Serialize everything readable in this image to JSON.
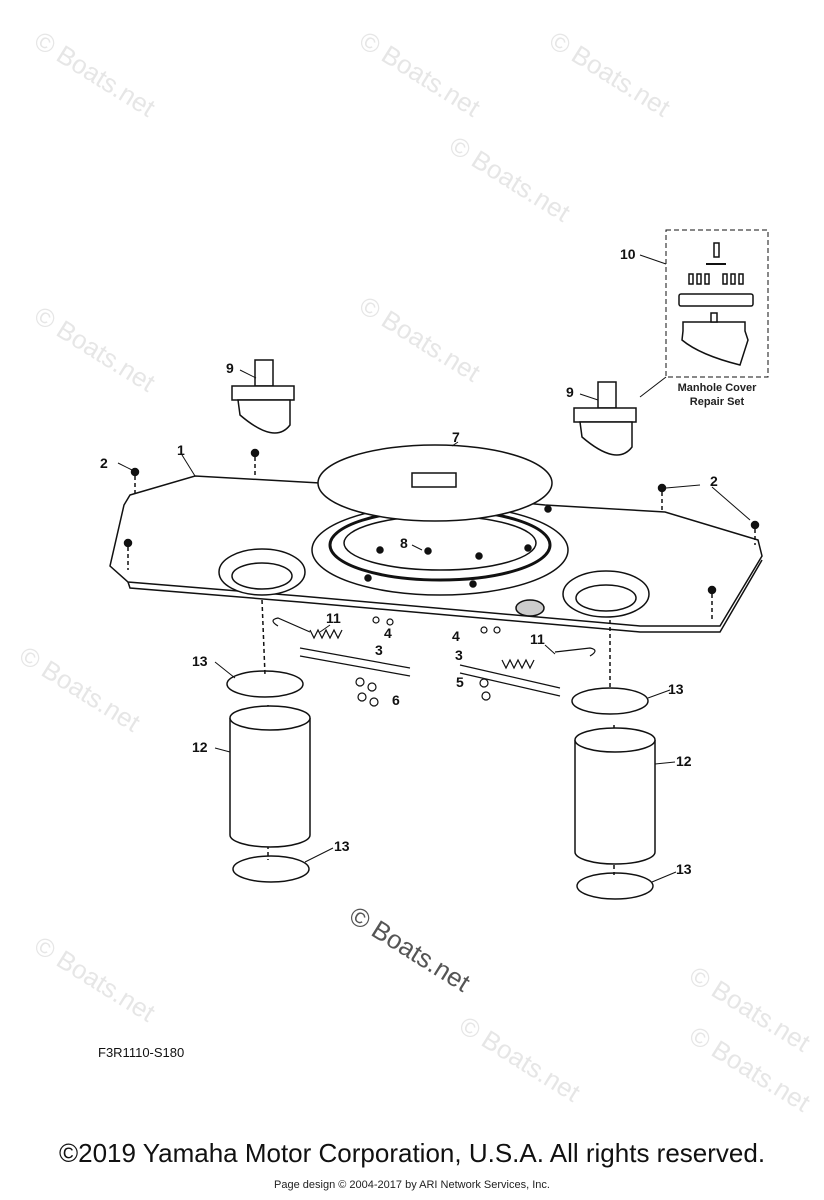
{
  "watermark": "© Boats.net",
  "diagram_code": "F3R1110-S180",
  "repair_set_label_line1": "Manhole Cover",
  "repair_set_label_line2": "Repair Set",
  "callouts": {
    "c1": "1",
    "c2a": "2",
    "c2b": "2",
    "c3a": "3",
    "c3b": "3",
    "c4a": "4",
    "c4b": "4",
    "c5": "5",
    "c6": "6",
    "c7": "7",
    "c8": "8",
    "c9a": "9",
    "c9b": "9",
    "c10": "10",
    "c11a": "11",
    "c11b": "11",
    "c12a": "12",
    "c12b": "12",
    "c13a": "13",
    "c13b": "13",
    "c13c": "13",
    "c13d": "13"
  },
  "footer": {
    "copyright": "©2019 Yamaha Motor Corporation, U.S.A. All rights reserved.",
    "page_design": "Page design © 2004-2017 by ARI Network Services, Inc."
  }
}
